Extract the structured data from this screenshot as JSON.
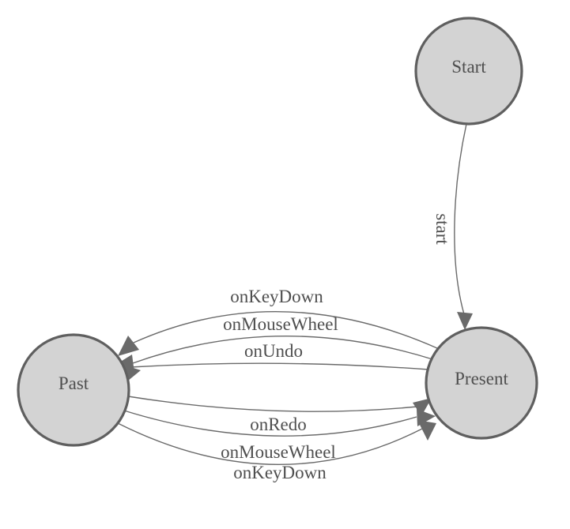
{
  "diagram": {
    "type": "state-machine",
    "nodes": [
      {
        "id": "start",
        "label": "Start"
      },
      {
        "id": "past",
        "label": "Past"
      },
      {
        "id": "present",
        "label": "Present"
      }
    ],
    "edges": [
      {
        "from": "Start",
        "to": "Present",
        "label": "start"
      },
      {
        "from": "Present",
        "to": "Past",
        "label": "onKeyDown"
      },
      {
        "from": "Present",
        "to": "Past",
        "label": "onMouseWheel"
      },
      {
        "from": "Present",
        "to": "Past",
        "label": "onUndo"
      },
      {
        "from": "Past",
        "to": "Present",
        "label": "onRedo"
      },
      {
        "from": "Past",
        "to": "Present",
        "label": "onMouseWheel"
      },
      {
        "from": "Past",
        "to": "Present",
        "label": "onKeyDown"
      }
    ],
    "colors": {
      "background": "#ffffff",
      "node_fill": "#d3d3d3",
      "node_stroke": "#5f5f5f",
      "edge_stroke": "#6a6a6a",
      "arrow_fill": "#6a6a6a",
      "label_text": "#4f4f4f"
    }
  }
}
